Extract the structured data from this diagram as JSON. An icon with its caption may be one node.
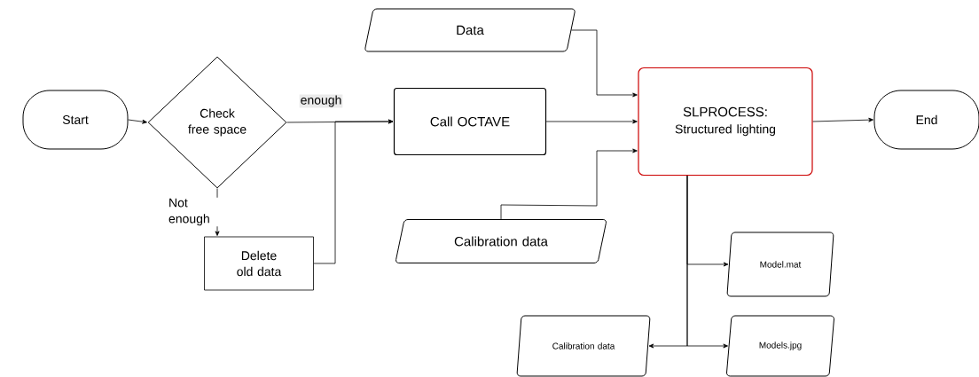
{
  "diagram": {
    "nodes": [
      {
        "text": [
          "Start"
        ]
      },
      {
        "text": [
          "Check free space"
        ]
      },
      {
        "text": [
          "Delete old data"
        ]
      },
      {
        "text": [
          "Call OCTAVE"
        ]
      },
      {
        "text": [
          "Data"
        ]
      },
      {
        "text": [
          "Calibration data"
        ]
      },
      {
        "text": [
          "SLPROCESS:",
          "Structured lighting"
        ]
      },
      {
        "text": [
          "End"
        ]
      },
      {
        "text": [
          "Model.mat"
        ]
      },
      {
        "text": [
          "Calibration data"
        ]
      },
      {
        "text": [
          "Models.jpg"
        ]
      }
    ],
    "edges": [
      {
        "from": 0,
        "to": 1,
        "arrow": "to"
      },
      {
        "from": 1,
        "to": 3,
        "arrow": "to",
        "label": "enough"
      },
      {
        "from": 1,
        "to": 2,
        "arrow": "to",
        "label": "Not enough"
      },
      {
        "from": 2,
        "to": 3,
        "arrow": "to"
      },
      {
        "from": 4,
        "to": 6,
        "arrow": "to"
      },
      {
        "from": 3,
        "to": 6,
        "arrow": "to"
      },
      {
        "from": 5,
        "to": 6,
        "arrow": "to"
      },
      {
        "from": 6,
        "to": 7,
        "arrow": "to"
      },
      {
        "from": 6,
        "to": 8,
        "arrow": "to"
      },
      {
        "from": 6,
        "to": 10,
        "arrow": "to"
      },
      {
        "from": 6,
        "to": 9,
        "arrow": "to"
      }
    ]
  }
}
